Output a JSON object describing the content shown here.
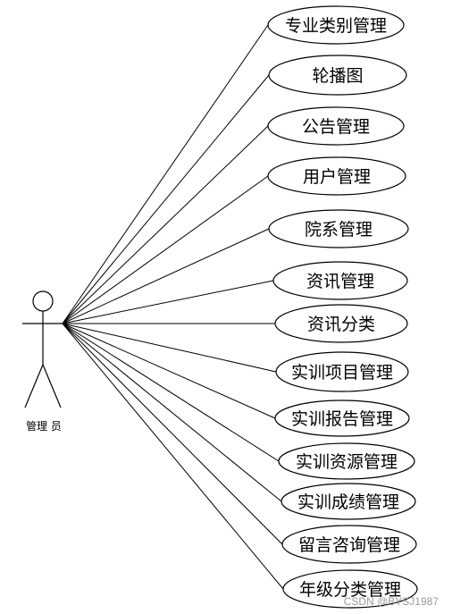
{
  "actor": {
    "label": "管理 员"
  },
  "use_cases": [
    {
      "label": "专业类别管理"
    },
    {
      "label": "轮播图"
    },
    {
      "label": "公告管理"
    },
    {
      "label": "用户管理"
    },
    {
      "label": "院系管理"
    },
    {
      "label": "资讯管理"
    },
    {
      "label": "资讯分类"
    },
    {
      "label": "实训项目管理"
    },
    {
      "label": "实训报告管理"
    },
    {
      "label": "实训资源管理"
    },
    {
      "label": "实训成绩管理"
    },
    {
      "label": "留言咨询管理"
    },
    {
      "label": "年级分类管理"
    }
  ],
  "watermark": "CSDN @BYSJ1987"
}
